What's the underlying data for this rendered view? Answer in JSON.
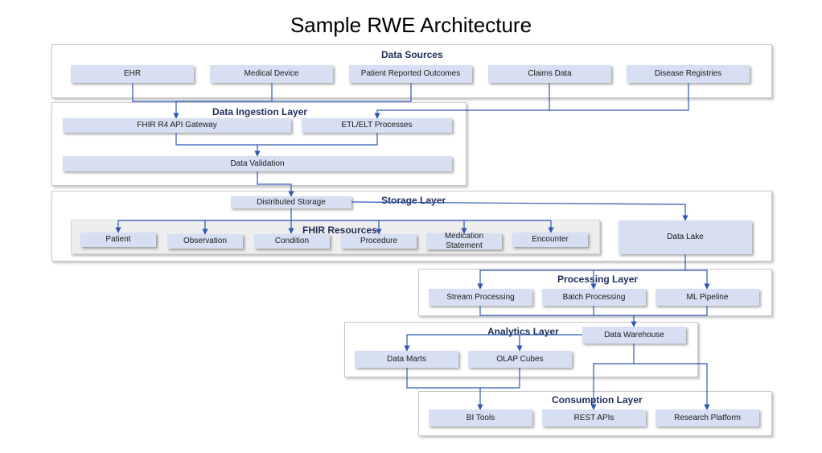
{
  "title": "Sample RWE Architecture",
  "colors": {
    "box_fill": "#d6e0f2",
    "connector": "#2f57b4",
    "layer_title": "#1f2d5c",
    "resource_panel": "#eeeeee"
  },
  "layers": {
    "data_sources": {
      "title": "Data Sources",
      "items": [
        "EHR",
        "Medical Device",
        "Patient Reported Outcomes",
        "Claims Data",
        "Disease Registries"
      ]
    },
    "ingestion": {
      "title": "Data Ingestion Layer",
      "gateway": "FHIR R4 API Gateway",
      "etl": "ETL/ELT Processes",
      "validation": "Data Validation"
    },
    "storage": {
      "title": "Storage Layer",
      "distributed": "Distributed Storage",
      "fhir_title": "FHIR Resources",
      "resources": [
        "Patient",
        "Observation",
        "Condition",
        "Procedure",
        "Medication Statement",
        "Encounter"
      ],
      "data_lake": "Data Lake"
    },
    "processing": {
      "title": "Processing Layer",
      "items": [
        "Stream Processing",
        "Batch Processing",
        "ML Pipeline"
      ]
    },
    "analytics": {
      "title": "Analytics Layer",
      "warehouse": "Data Warehouse",
      "marts": "Data Marts",
      "olap": "OLAP Cubes"
    },
    "consumption": {
      "title": "Consumption Layer",
      "items": [
        "BI Tools",
        "REST APIs",
        "Research Platform"
      ]
    }
  }
}
